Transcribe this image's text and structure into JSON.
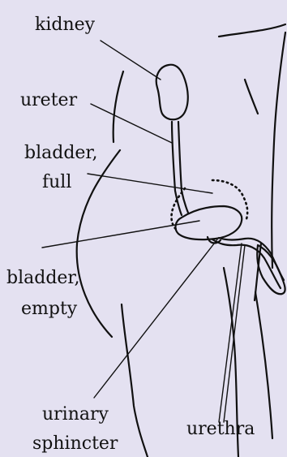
{
  "labels": {
    "kidney": "kidney",
    "ureter": "ureter",
    "bladder_full_line1": "bladder,",
    "bladder_full_line2": "full",
    "bladder_empty_line1": "bladder,",
    "bladder_empty_line2": "empty",
    "sphincter_line1": "urinary",
    "sphincter_line2": "sphincter",
    "urethra": "urethra"
  },
  "colors": {
    "background": "#e4e1f1",
    "ink": "#111111"
  }
}
